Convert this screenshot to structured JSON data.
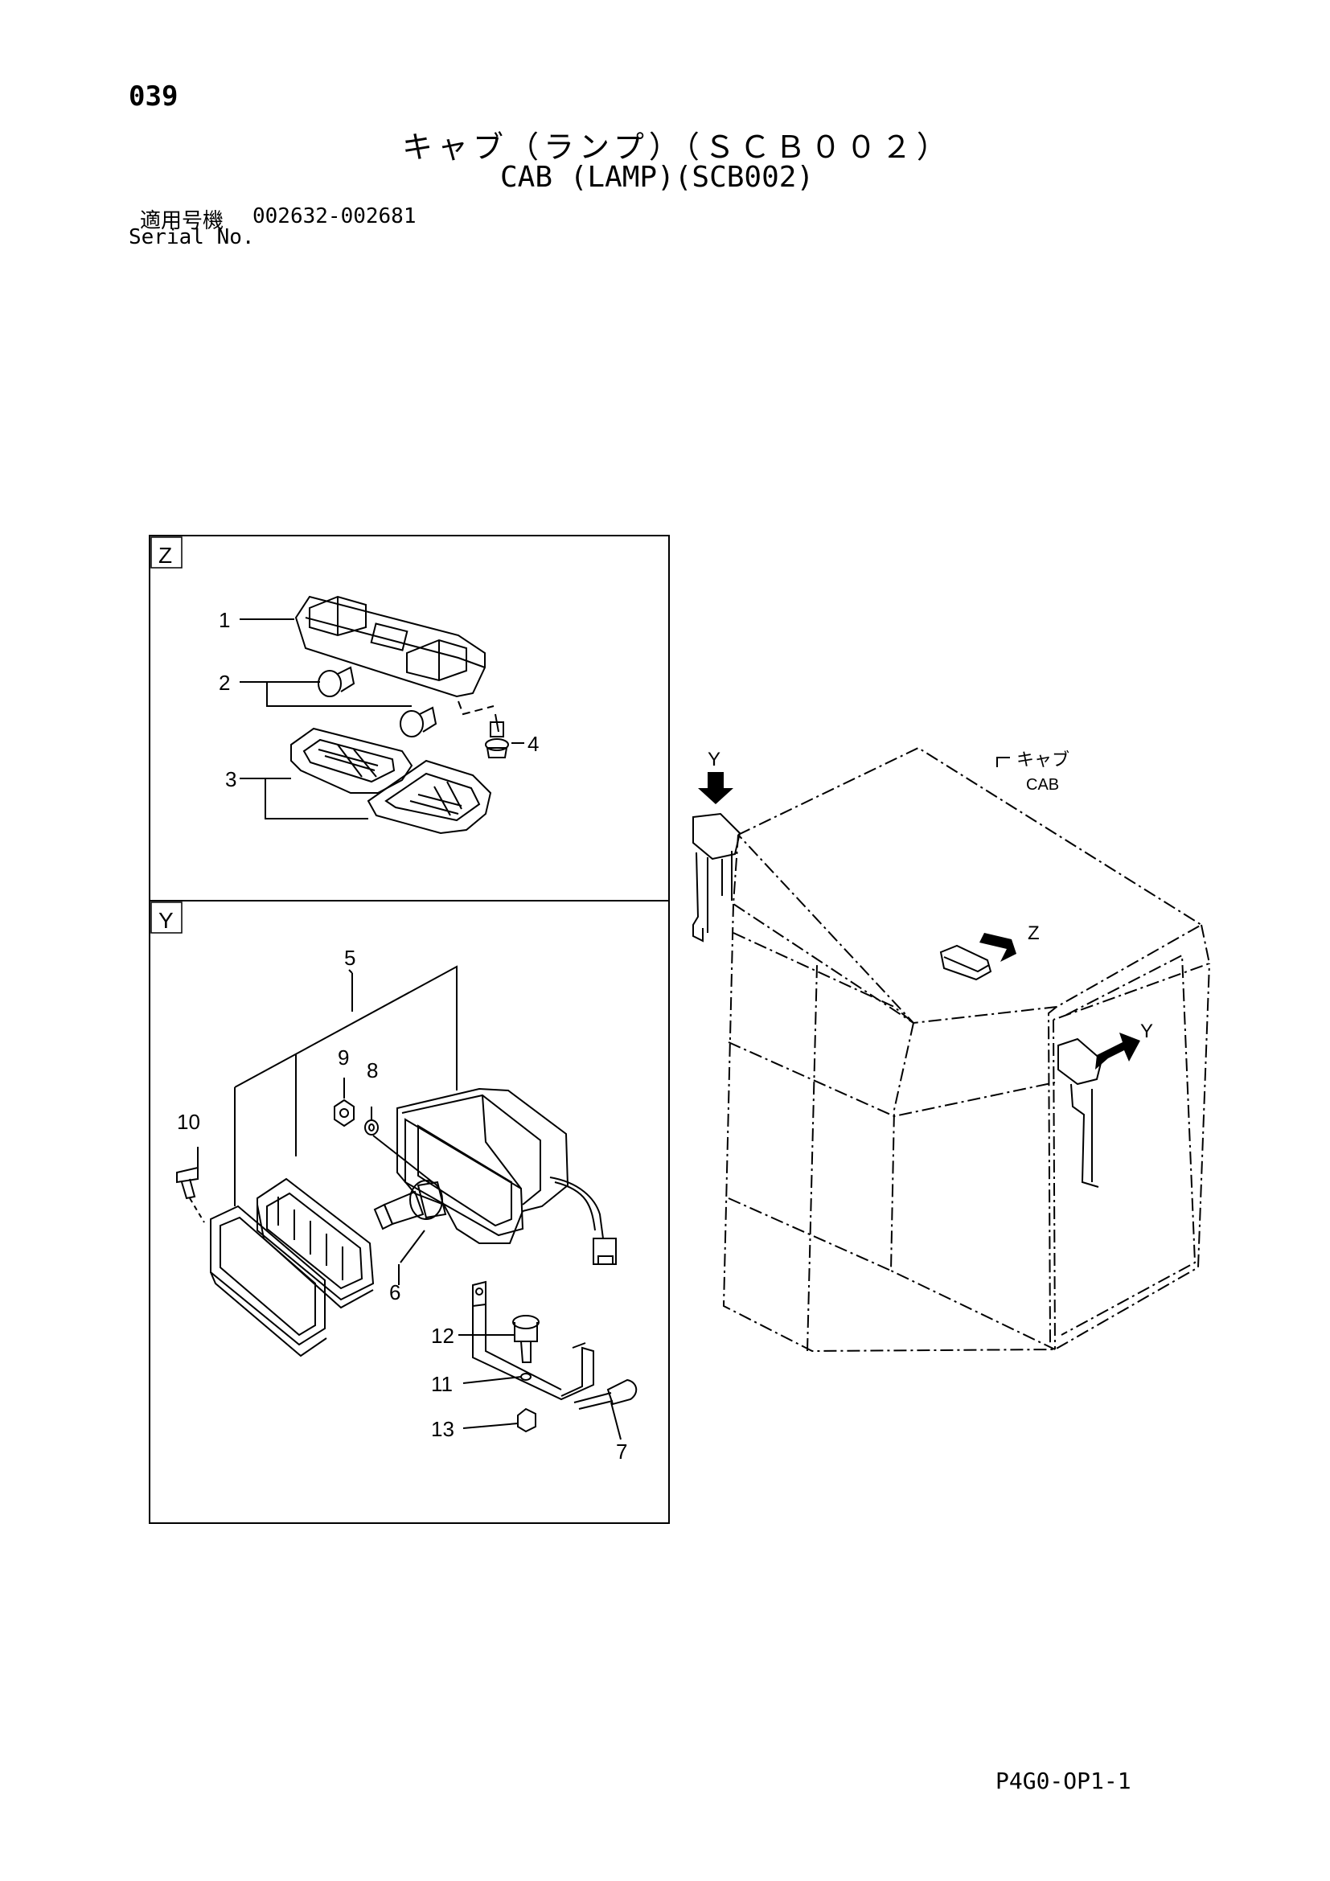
{
  "header": {
    "page_number": "039",
    "title_jp": "キャブ（ランプ）（ＳＣＢ００２）",
    "title_en": "CAB (LAMP)(SCB002)"
  },
  "serial": {
    "label_jp": "適用号機",
    "range": "002632-002681",
    "label_en": "Serial No."
  },
  "views": {
    "z_label": "Z",
    "y_label": "Y"
  },
  "callouts": {
    "c1": "1",
    "c2": "2",
    "c3": "3",
    "c4": "4",
    "c5": "5",
    "c6": "6",
    "c7": "7",
    "c8": "8",
    "c9": "9",
    "c10": "10",
    "c11": "11",
    "c12": "12",
    "c13": "13"
  },
  "cab_labels": {
    "cab_jp": "キャブ",
    "cab_en": "CAB",
    "arrow_y_top": "Y",
    "arrow_z": "Z",
    "arrow_y_side": "Y"
  },
  "footer": {
    "code": "P4G0-OP1-1"
  }
}
